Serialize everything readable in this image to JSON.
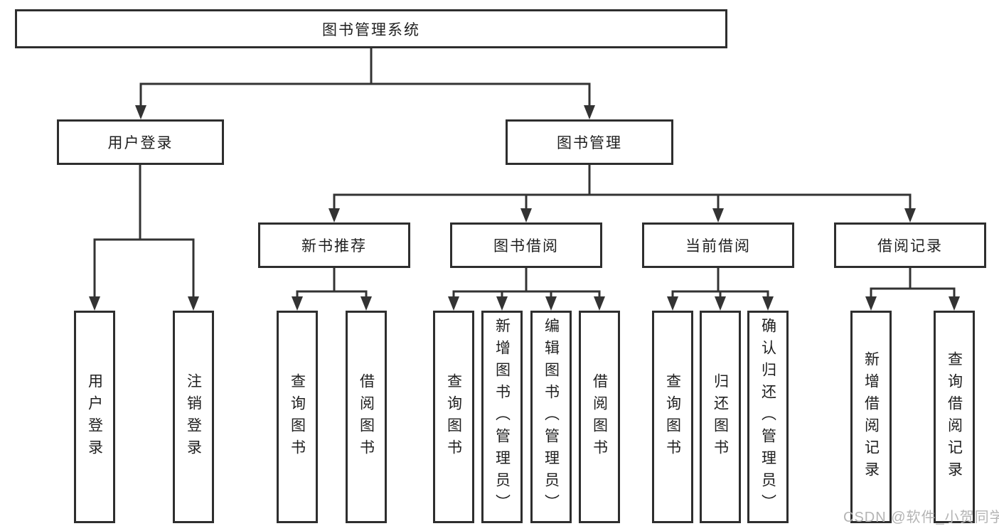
{
  "tree": {
    "root": "图书管理系统",
    "children": [
      {
        "label": "用户登录",
        "children": [
          "用户登录",
          "注销登录"
        ]
      },
      {
        "label": "图书管理",
        "children": [
          {
            "label": "新书推荐",
            "children": [
              "查询图书",
              "借阅图书"
            ]
          },
          {
            "label": "图书借阅",
            "children": [
              "查询图书",
              "新增图书（管理员）",
              "编辑图书（管理员）",
              "借阅图书"
            ]
          },
          {
            "label": "当前借阅",
            "children": [
              "查询图书",
              "归还图书",
              "确认归还（管理员）"
            ]
          },
          {
            "label": "借阅记录",
            "children": [
              "新增借阅记录",
              "查询借阅记录"
            ]
          }
        ]
      }
    ]
  },
  "watermark": {
    "text": "CSDN @软件_小贺同学",
    "color": "#b4b4b4"
  },
  "colors": {
    "line": "#333333",
    "border": "#2e2e2e",
    "text": "#1f1f1f",
    "background": "#ffffff"
  }
}
